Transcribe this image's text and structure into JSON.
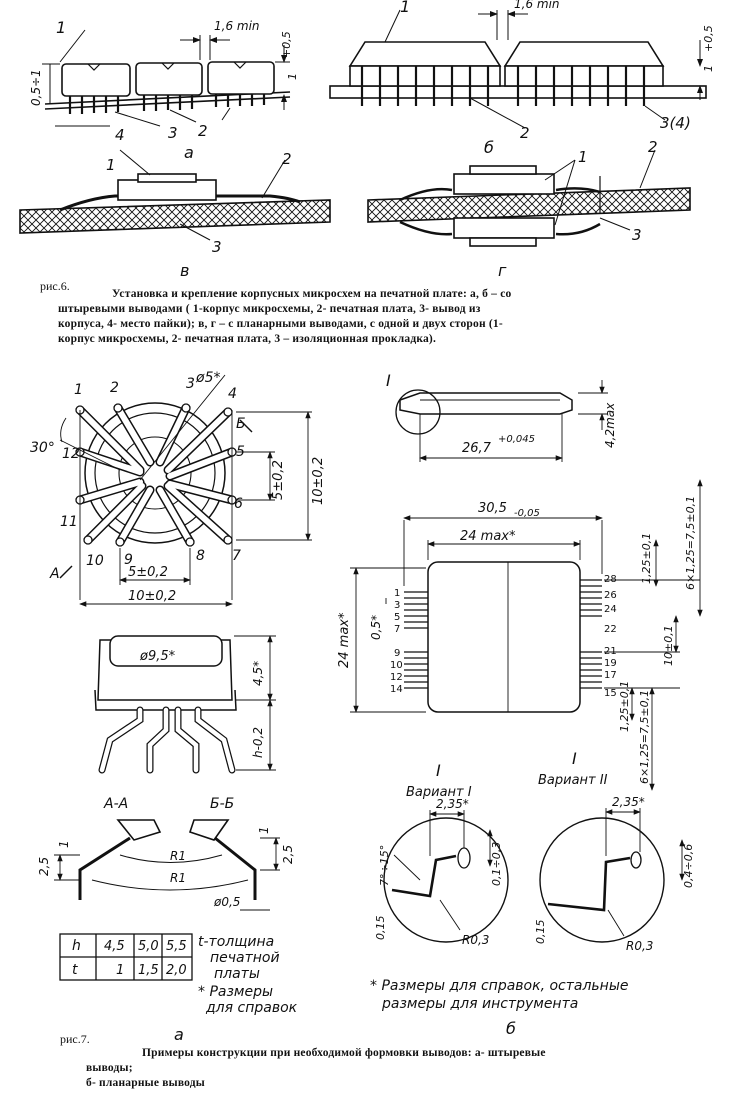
{
  "fig6": {
    "label": "рис.6.",
    "caption_lines": [
      "Установка и крепление корпусных микросхем на печатной плате: а, б – со",
      "штыревыми выводами ( 1-корпус микросхемы, 2- печатная плата, 3- вывод из",
      "корпуса, 4- место пайки); в, г – с планарными выводами, с одной и двух сторон (1-",
      "корпус микросхемы, 2- печатная плата, 3 – изоляционная прокладка)."
    ],
    "a": {
      "sub": "а",
      "c1": "1",
      "c2": "2",
      "c3": "3",
      "c4": "4",
      "gap": "1,6 min",
      "h": "0,5÷1",
      "tol": "+0,5",
      "one": "1"
    },
    "b": {
      "sub": "б",
      "c1": "1",
      "c2": "2",
      "c34": "3(4)",
      "gap": "1,6 min",
      "tol": "+0,5",
      "one": "1"
    },
    "v": {
      "sub": "в",
      "c1": "1",
      "c2": "2",
      "c3": "3"
    },
    "g": {
      "sub": "г",
      "c1": "1",
      "c2": "2",
      "c3": "3"
    }
  },
  "fig7": {
    "label": "рис.7.",
    "caption_lines": [
      "Примеры конструкции при необходимой формовки выводов: а- штыревые",
      "выводы;",
      "б- планарные выводы"
    ],
    "top_view": {
      "pins": [
        "1",
        "2",
        "3",
        "4",
        "5",
        "6",
        "7",
        "8",
        "9",
        "10",
        "11",
        "12"
      ],
      "hole": "ø5*",
      "angle": "30°",
      "dim5v": "5±0,2",
      "dim10v": "10±0,2",
      "dim5h": "5±0,2",
      "dim10h": "10±0,2",
      "secA": "А",
      "secB": "Б"
    },
    "side": {
      "dia": "ø9,5*",
      "h1": "4,5*",
      "h2": "h-0,2"
    },
    "sections": {
      "aa": "А-А",
      "bb": "Б-Б",
      "r1": "R1",
      "r2": "R1",
      "h25l": "2,5",
      "h25r": "2,5",
      "onel": "1",
      "oner": "1",
      "dia": "ø0,5"
    },
    "table": {
      "rows": [
        {
          "name": "h",
          "cells": [
            "4,5",
            "5,0",
            "5,5"
          ]
        },
        {
          "name": "t",
          "cells": [
            "1",
            "1,5",
            "2,0"
          ]
        }
      ],
      "note1": [
        "t-толщина",
        "печатной",
        "платы"
      ],
      "note2": [
        "* Размеры",
        "для справок"
      ]
    },
    "sub_a": "а",
    "flat": {
      "mark": "I",
      "len": "26,7",
      "len_tol": "+0,045",
      "hmax": "4,2max",
      "w": "30,5",
      "w_tol": "-0,05",
      "w24": "24 max*",
      "h24": "24 max*",
      "pitch": "0,5*",
      "d125": "1,25±0,1",
      "d6": "6×1,25=7,5±0,1",
      "d10": "10±0,1",
      "d125b": "1,25±0,1",
      "d6b": "6×1,25=7,5±0,1",
      "left_pins": [
        "1",
        "3",
        "5",
        "7",
        "9",
        "10",
        "12",
        "14"
      ],
      "right_pins": [
        "28",
        "26",
        "24",
        "22",
        "21",
        "19",
        "17",
        "15"
      ]
    },
    "variants": {
      "v1_mark": "I",
      "v1": "Вариант I",
      "v2_mark": "I",
      "v2": "Вариант II",
      "d235a": "2,35*",
      "d235b": "2,35*",
      "ang": "7°÷15°",
      "d13": "0,1÷0,3",
      "d46": "0,4÷0,6",
      "r03a": "R0,3",
      "r03b": "R0,3",
      "d015a": "0,15",
      "d015b": "0,15"
    },
    "note": [
      "* Размеры для справок, остальные",
      "размеры для инструмента"
    ],
    "sub_b": "б"
  }
}
